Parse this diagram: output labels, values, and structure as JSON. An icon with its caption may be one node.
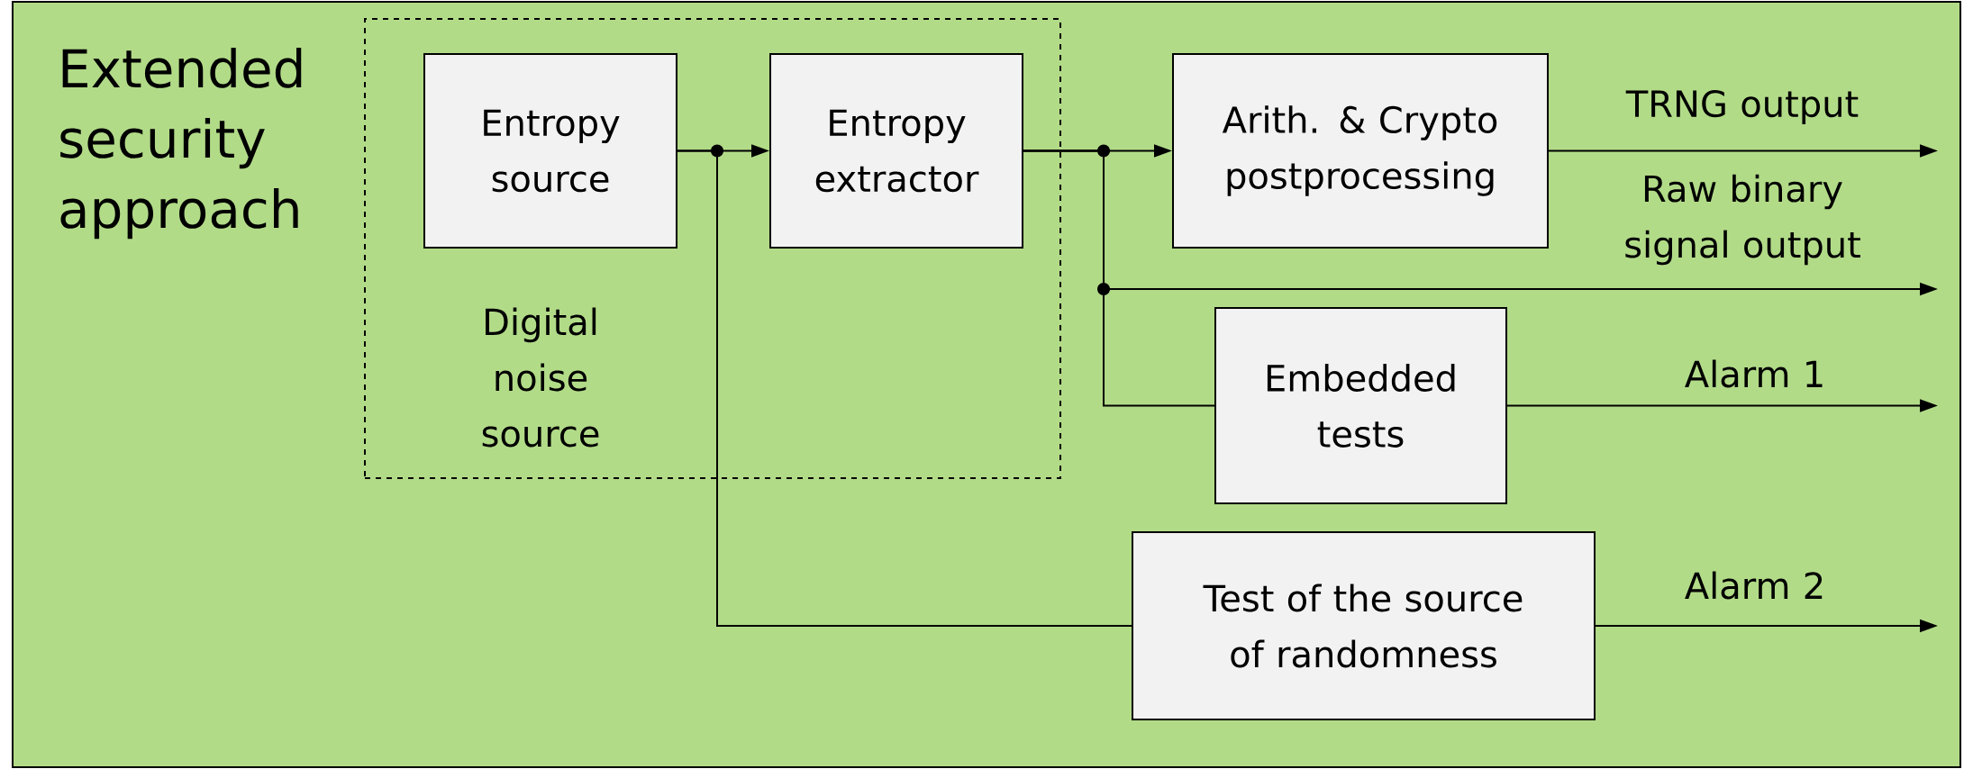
{
  "diagram": {
    "nodes": [
      {
        "text": [
          "Extended security approach"
        ]
      },
      {
        "text": [
          "Digital noise source"
        ],
        "in": 0
      },
      {
        "text": [
          "Entropy source"
        ],
        "in": 1
      },
      {
        "text": [
          "Entropy extractor"
        ],
        "in": 1
      },
      {
        "text": [
          "Arith. & Crypto postprocessing"
        ],
        "in": 0
      },
      {
        "text": [
          "Embedded tests"
        ],
        "in": 0
      },
      {
        "text": [
          "Test of the source of randomness"
        ],
        "in": 0
      }
    ],
    "edges": [
      {
        "from": 2,
        "to": 3,
        "arrow": "to"
      },
      {
        "from": 2,
        "to": 6,
        "arrow": "none"
      },
      {
        "from": 3,
        "to": 4,
        "arrow": "to"
      },
      {
        "from": 3,
        "to": null,
        "arrow": "to",
        "label": "Raw binary signal output"
      },
      {
        "from": 3,
        "to": 5,
        "arrow": "none"
      },
      {
        "from": 4,
        "to": null,
        "arrow": "to",
        "label": "TRNG output"
      },
      {
        "from": 5,
        "to": null,
        "arrow": "to",
        "label": "Alarm 1"
      },
      {
        "from": 6,
        "to": null,
        "arrow": "to",
        "label": "Alarm 2"
      }
    ]
  }
}
